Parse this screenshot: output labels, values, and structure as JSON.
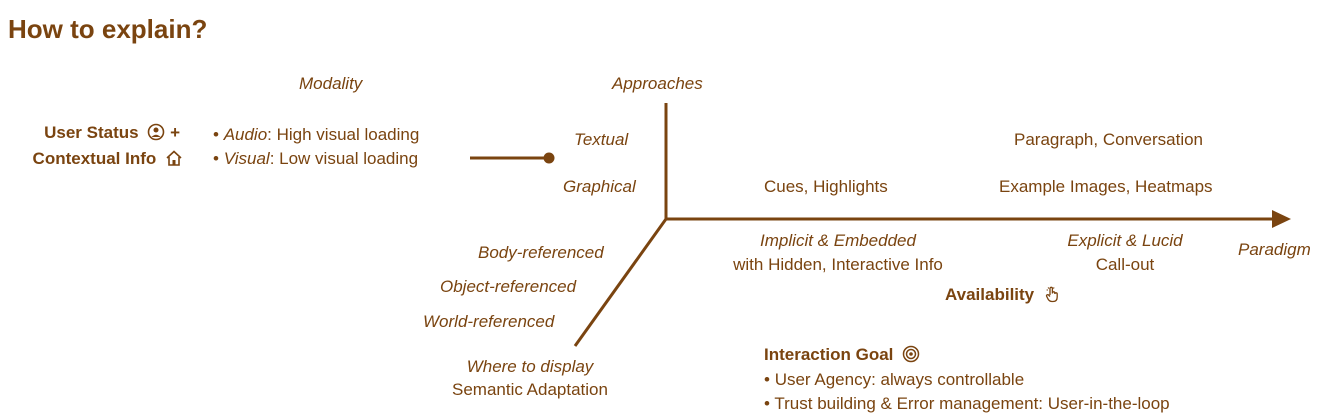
{
  "title": "How to explain?",
  "user_status": {
    "line1": "User Status",
    "plus": "+",
    "line2": "Contextual Info",
    "user_icon": "user-circle-icon",
    "home_icon": "home-icon"
  },
  "modality": {
    "header": "Modality",
    "items": [
      {
        "bullet": "•",
        "term": "Audio",
        "desc": ": High visual loading"
      },
      {
        "bullet": "•",
        "term": "Visual",
        "desc": ": Low visual loading"
      }
    ]
  },
  "approaches": {
    "header": "Approaches",
    "textual": "Textual",
    "graphical": "Graphical"
  },
  "paradigm": {
    "axis_label": "Paradigm",
    "left_top": "Cues, Highlights",
    "left_bottom_1": "Implicit & Embedded",
    "left_bottom_2": "with Hidden, Interactive Info",
    "right_top_1": "Paragraph, Conversation",
    "right_top_2": "Example Images, Heatmaps",
    "right_bottom_1": "Explicit & Lucid",
    "right_bottom_2": "Call-out"
  },
  "availability": {
    "label": "Availability",
    "icon": "pointer-hand-icon"
  },
  "display": {
    "body": "Body-referenced",
    "object": "Object-referenced",
    "world": "World-referenced",
    "axis_1": "Where to display",
    "axis_2": "Semantic Adaptation"
  },
  "interaction_goal": {
    "label": "Interaction Goal",
    "icon": "target-icon",
    "items": [
      {
        "bullet": "•",
        "text": "User Agency: always controllable"
      },
      {
        "bullet": "•",
        "text": "Trust building & Error management: User-in-the-loop"
      }
    ]
  },
  "colors": {
    "primary": "#7a4410"
  }
}
